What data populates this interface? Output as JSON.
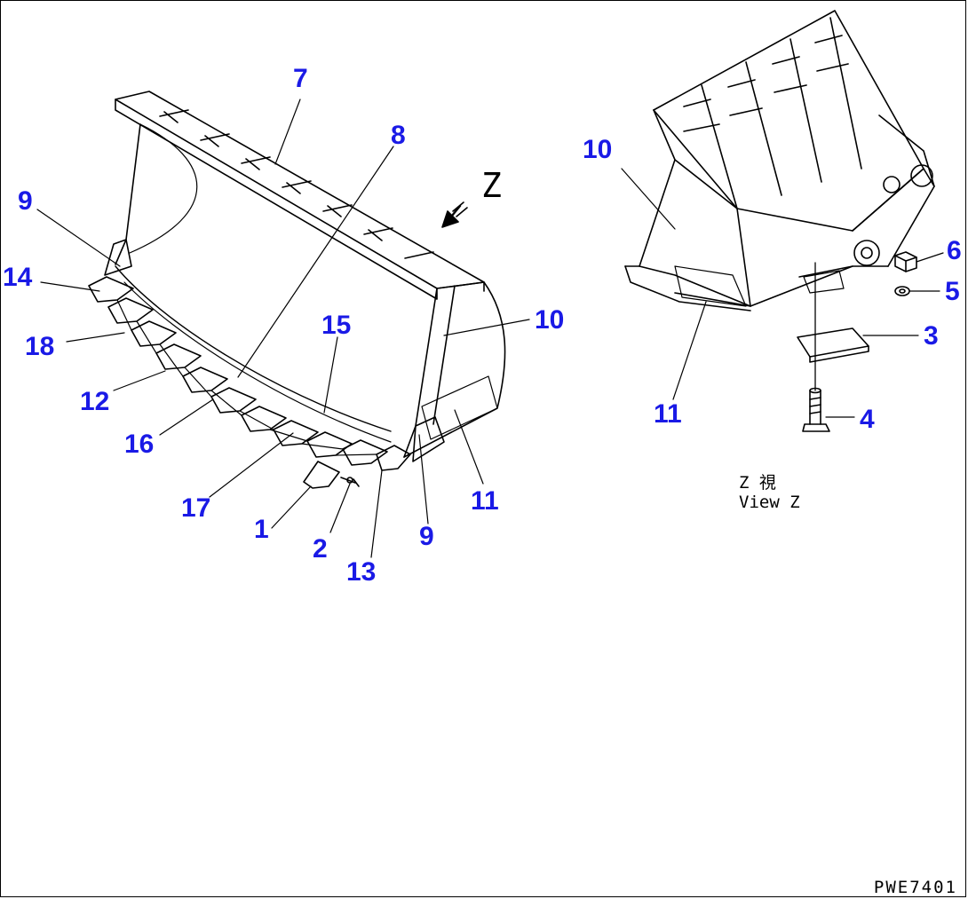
{
  "colors": {
    "callout": "#1a1ae6",
    "line": "#000000",
    "background": "#ffffff"
  },
  "callouts": {
    "c7": "7",
    "c8": "8",
    "c9a": "9",
    "c14": "14",
    "c18": "18",
    "c12": "12",
    "c16": "16",
    "c17": "17",
    "c15": "15",
    "c1": "1",
    "c2": "2",
    "c13": "13",
    "c9b": "9",
    "c10a": "10",
    "c11a": "11",
    "c10b": "10",
    "c11b": "11",
    "c6": "6",
    "c5": "5",
    "c3": "3",
    "c4": "4"
  },
  "view_arrow_letter": "Z",
  "view_label": {
    "line1": "Z 視",
    "line2": "View Z"
  },
  "drawing_code": "PWE7401"
}
